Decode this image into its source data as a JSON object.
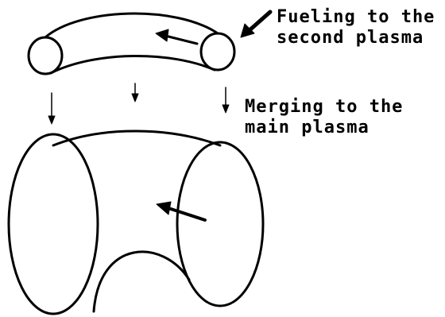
{
  "labels": {
    "fueling": {
      "line1": "Fueling to the",
      "line2": "second plasma"
    },
    "merging": {
      "line1": "Merging to the",
      "line2": "main plasma"
    }
  },
  "colors": {
    "stroke": "#000000",
    "background": "#ffffff"
  }
}
